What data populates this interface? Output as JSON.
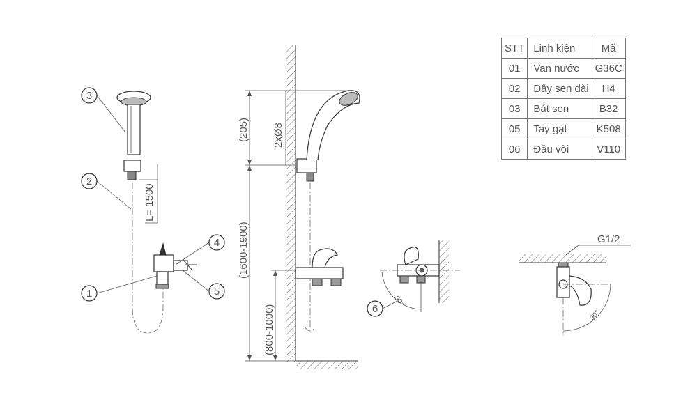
{
  "table": {
    "headers": [
      "STT",
      "Linh kiện",
      "Mã"
    ],
    "rows": [
      [
        "01",
        "Van nước",
        "G36C"
      ],
      [
        "02",
        "Dây sen dài",
        "H4"
      ],
      [
        "03",
        "Bát sen",
        "B32"
      ],
      [
        "05",
        "Tay gạt",
        "K508"
      ],
      [
        "06",
        "Đầu vòi",
        "V110"
      ]
    ]
  },
  "callouts": [
    "1",
    "2",
    "3",
    "4",
    "5",
    "6"
  ],
  "dimensions": {
    "hose_length": "L= 1500",
    "top_height": "(205)",
    "hole_spec": "2xØ8",
    "shower_height": "(1600-1900)",
    "valve_height": "(800-1000)",
    "thread": "G1/2",
    "angle_a": "90°",
    "angle_b": "90°"
  }
}
